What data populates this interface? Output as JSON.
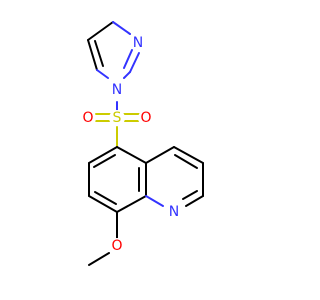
{
  "molecule": {
    "atom_labels": {
      "n_imidazole_top": "N",
      "n_imidazole_bottom": "N",
      "sulfur": "S",
      "o_sulfonyl_left": "O",
      "o_sulfonyl_right": "O",
      "n_quinoline": "N",
      "o_methoxy": "O"
    },
    "colors": {
      "carbon_bond": "#000000",
      "nitrogen": "#3333ff",
      "sulfur": "#cccc00",
      "oxygen": "#ff0000",
      "background": "#ffffff"
    }
  }
}
